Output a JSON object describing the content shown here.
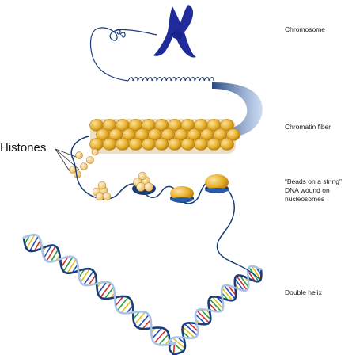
{
  "title": "",
  "labels": {
    "chromosome": "Chromosome",
    "chromatin_fiber": "Chromatin fiber",
    "beads_on_string": "“Beads on a string”\nDNA wound on\nnucleosomes",
    "double_helix": "Double helix",
    "histones": "Histones"
  },
  "colors": {
    "chromosome": "#1f2c9a",
    "dna_strand": "#1a3d7a",
    "nucleosome_gold": "#e8b02a",
    "nucleosome_dark": "#b67d12",
    "histone_light": "#f2c96a",
    "base_red": "#d92b2b",
    "base_green": "#2f9e3a",
    "base_yellow": "#e2c21f",
    "base_blue": "#2a4db3",
    "helix_light": "#a9c3e8"
  }
}
